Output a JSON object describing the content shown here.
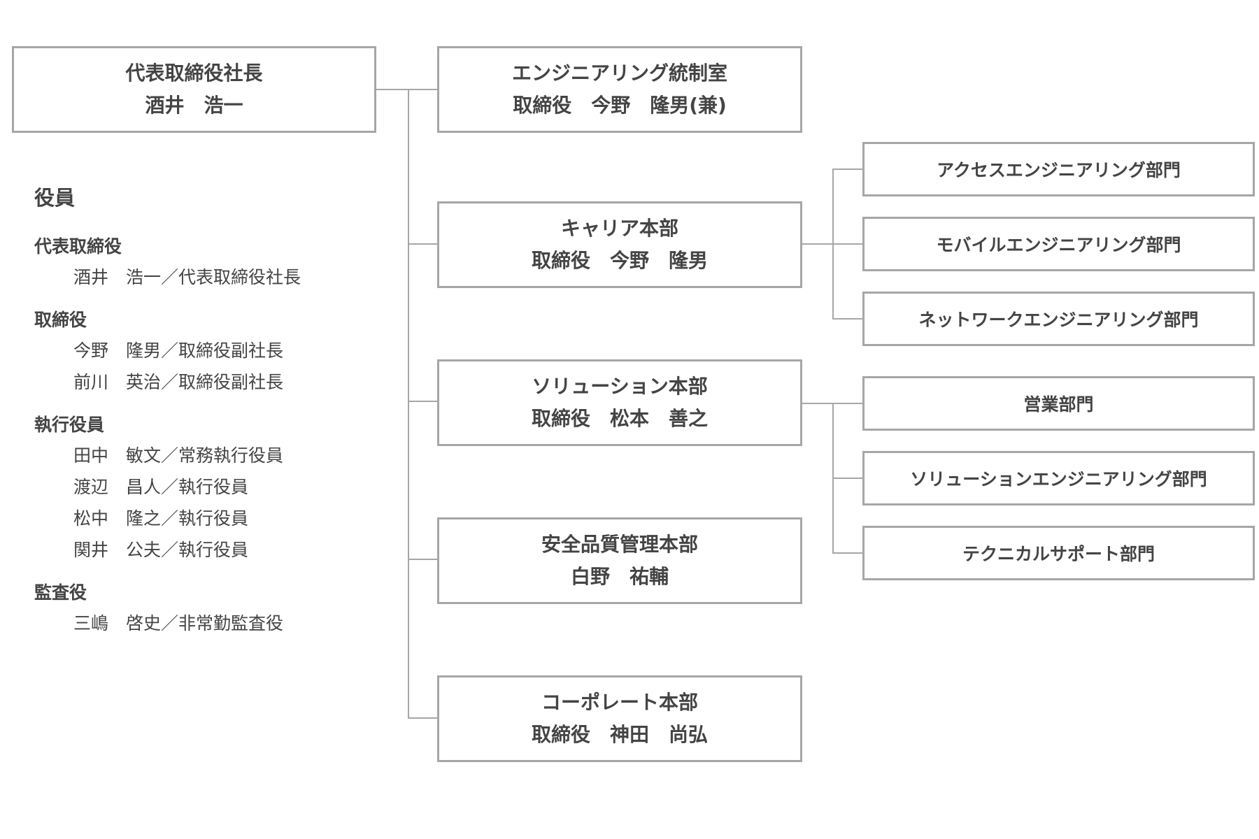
{
  "president": {
    "title": "代表取締役社長",
    "name": "酒井　浩一"
  },
  "divisions": [
    {
      "title": "エンジニアリング統制室",
      "name": "取締役　今野　隆男(兼)"
    },
    {
      "title": "キャリア本部",
      "name": "取締役　今野　隆男"
    },
    {
      "title": "ソリューション本部",
      "name": "取締役　松本　善之"
    },
    {
      "title": "安全品質管理本部",
      "name": "白野　祐輔"
    },
    {
      "title": "コーポレート本部",
      "name": "取締役　神田　尚弘"
    }
  ],
  "departments": {
    "carrier": [
      "アクセスエンジニアリング部門",
      "モバイルエンジニアリング部門",
      "ネットワークエンジニアリング部門"
    ],
    "solution": [
      "営業部門",
      "ソリューションエンジニアリング部門",
      "テクニカルサポート部門"
    ]
  },
  "officers": {
    "title": "役員",
    "groups": [
      {
        "title": "代表取締役",
        "members": [
          "酒井　浩一／代表取締役社長"
        ]
      },
      {
        "title": "取締役",
        "members": [
          "今野　隆男／取締役副社長",
          "前川　英治／取締役副社長"
        ]
      },
      {
        "title": "執行役員",
        "members": [
          "田中　敏文／常務執行役員",
          "渡辺　昌人／執行役員",
          "松中　隆之／執行役員",
          "関井　公夫／執行役員"
        ]
      },
      {
        "title": "監査役",
        "members": [
          "三嶋　啓史／非常勤監査役"
        ]
      }
    ]
  }
}
